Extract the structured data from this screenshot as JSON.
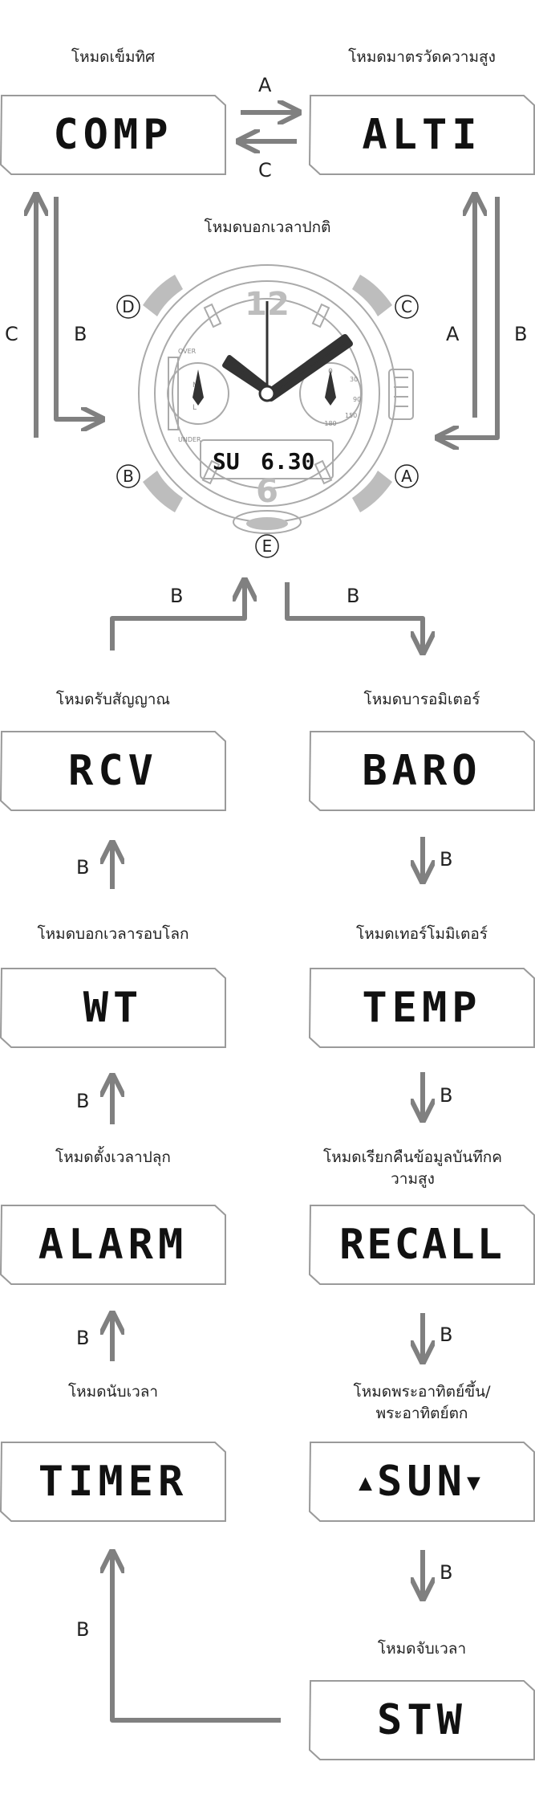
{
  "modes": {
    "comp": {
      "label": "โหมดเข็มทิศ",
      "display": "COMP"
    },
    "alti": {
      "label": "โหมดมาตรวัดความสูง",
      "display": "ALTI"
    },
    "timekeeping": {
      "label": "โหมดบอกเวลาปกติ"
    },
    "rcv": {
      "label": "โหมดรับสัญญาณ",
      "display": "RCV"
    },
    "baro": {
      "label": "โหมดบารอมิเตอร์",
      "display": "BARO"
    },
    "wt": {
      "label": "โหมดบอกเวลารอบโลก",
      "display": "WT"
    },
    "temp": {
      "label": "โหมดเทอร์โมมิเตอร์",
      "display": "TEMP"
    },
    "alarm": {
      "label": "โหมดตั้งเวลาปลุก",
      "display": "ALARM"
    },
    "recall": {
      "label_line1": "โหมดเรียกคืนข้อมูลบันทึกค",
      "label_line2": "วามสูง",
      "display": "RECALL"
    },
    "timer": {
      "label": "โหมดนับเวลา",
      "display": "TIMER"
    },
    "sun": {
      "label_line1": "โหมดพระอาทิตย์ขึ้น/",
      "label_line2": "พระอาทิตย์ตก",
      "display": "SUN"
    },
    "stw": {
      "label": "โหมดจับเวลา",
      "display": "STW"
    }
  },
  "watch": {
    "display_day": "SU",
    "display_date": "6.30",
    "num_12": "12",
    "num_6": "6",
    "buttons": {
      "a": "A",
      "b": "B",
      "c": "C",
      "d": "D",
      "e": "E"
    },
    "bezel_left": "OVER",
    "bezel_left_bottom": "UNDER",
    "subdial_left_m": "M",
    "subdial_left_l": "L",
    "subdial_right_0": "0",
    "subdial_right_90": "90",
    "subdial_right_150": "150",
    "subdial_right_180": "180",
    "subdial_right_30": "30"
  },
  "arrows": {
    "a": "A",
    "b": "B",
    "c": "C"
  },
  "colors": {
    "arrow": "#808080",
    "box_border": "#9a9a9a",
    "watch_line": "#aaaaaa",
    "hands": "#333333"
  }
}
